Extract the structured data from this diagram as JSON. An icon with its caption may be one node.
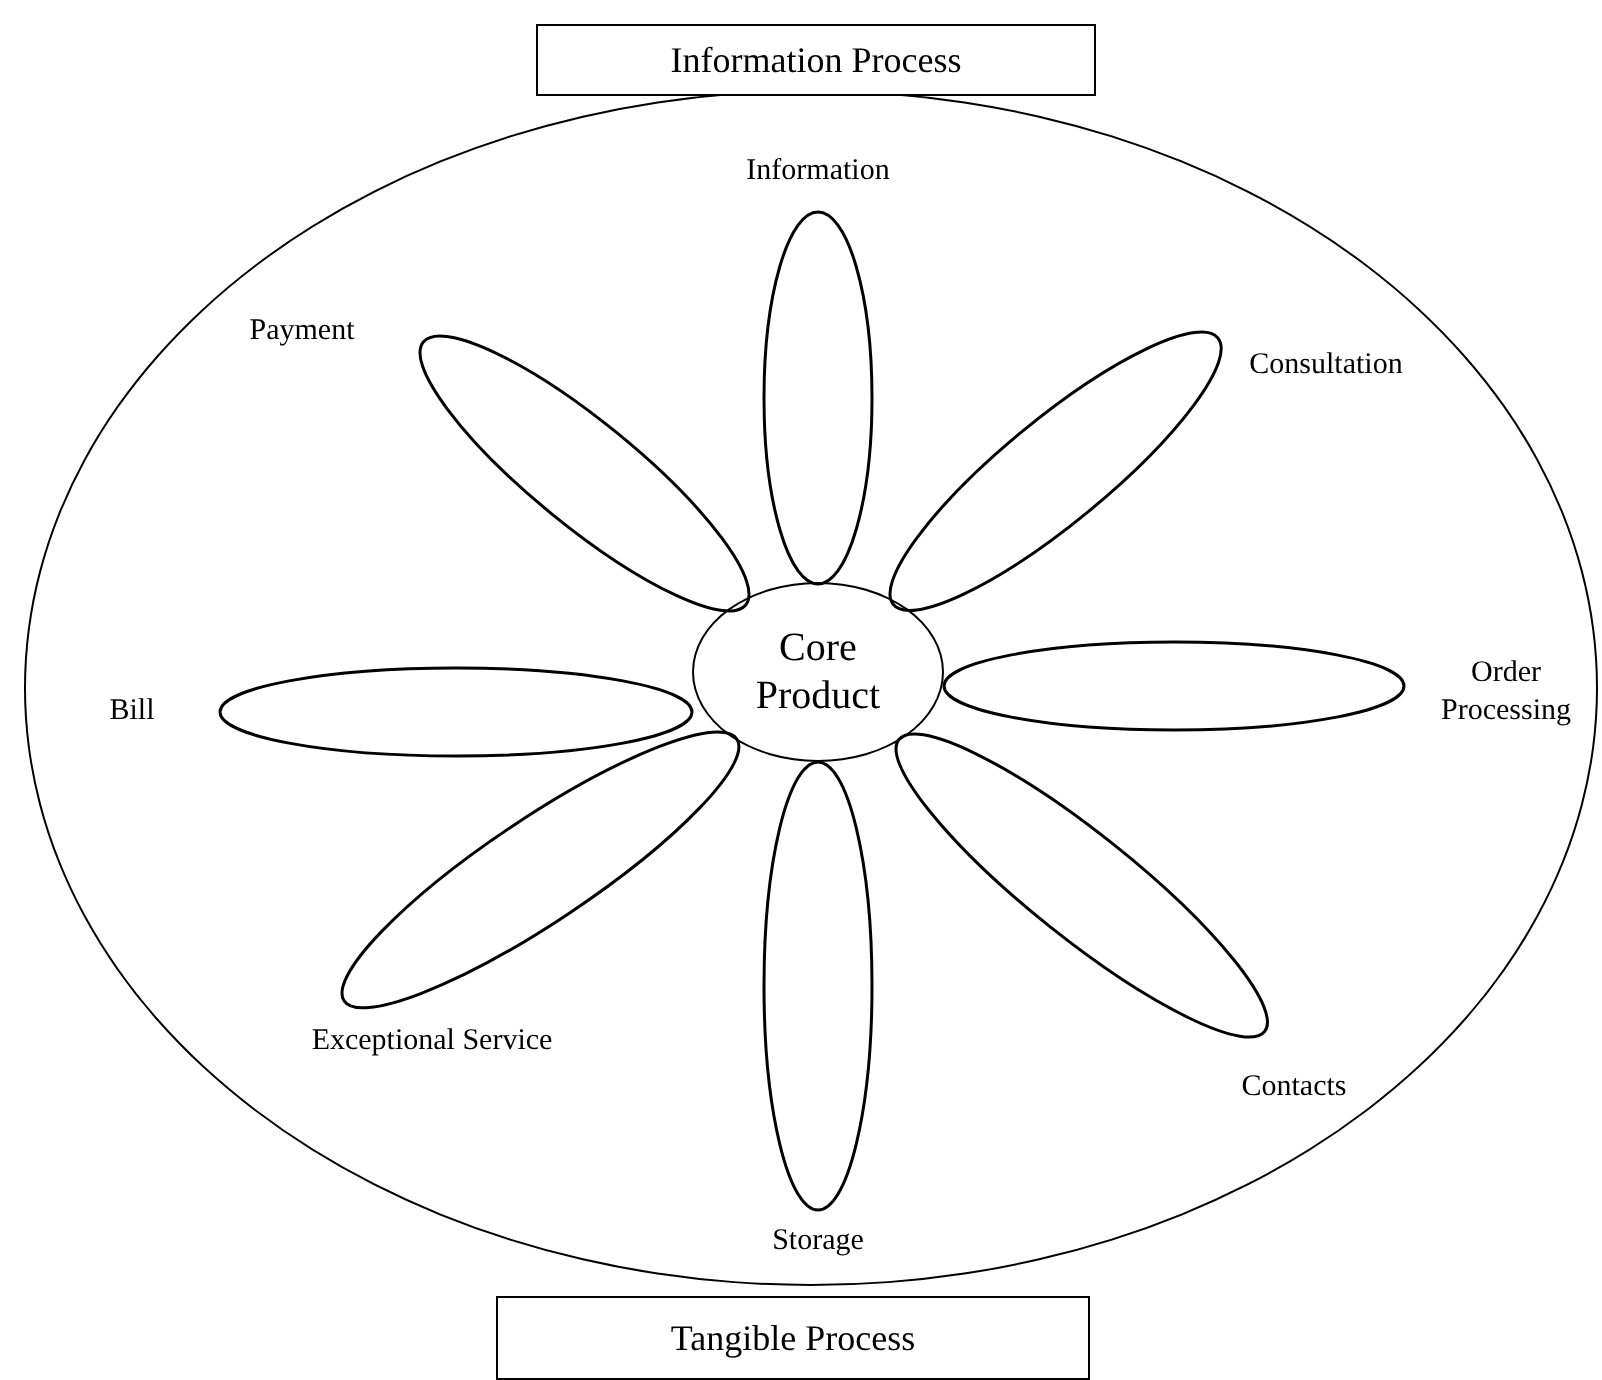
{
  "diagram": {
    "nodes": [
      {
        "text": [
          "Information Process"
        ]
      },
      {
        "text": [],
        "shape": "ellipse"
      },
      {
        "text": [
          "Core Product"
        ],
        "in": 1
      },
      {
        "text": [],
        "shape": "ellipse",
        "beside": [
          "Information"
        ],
        "in": 1
      },
      {
        "text": [],
        "shape": "ellipse",
        "beside": [
          "Payment"
        ],
        "in": 1
      },
      {
        "text": [],
        "shape": "ellipse",
        "beside": [
          "Consultation"
        ],
        "in": 1
      },
      {
        "text": [],
        "shape": "ellipse",
        "beside": [
          "Bill"
        ],
        "in": 1
      },
      {
        "text": [],
        "shape": "ellipse",
        "beside": [
          "Order Processing"
        ],
        "in": 1
      },
      {
        "text": [],
        "shape": "ellipse",
        "beside": [
          "Exceptional Service"
        ],
        "in": 1
      },
      {
        "text": [],
        "shape": "ellipse",
        "beside": [
          "Contacts"
        ],
        "in": 1
      },
      {
        "text": [],
        "shape": "ellipse",
        "beside": [
          "Storage"
        ],
        "in": 1
      },
      {
        "text": [
          "Tangible Process"
        ]
      }
    ],
    "edges": []
  }
}
